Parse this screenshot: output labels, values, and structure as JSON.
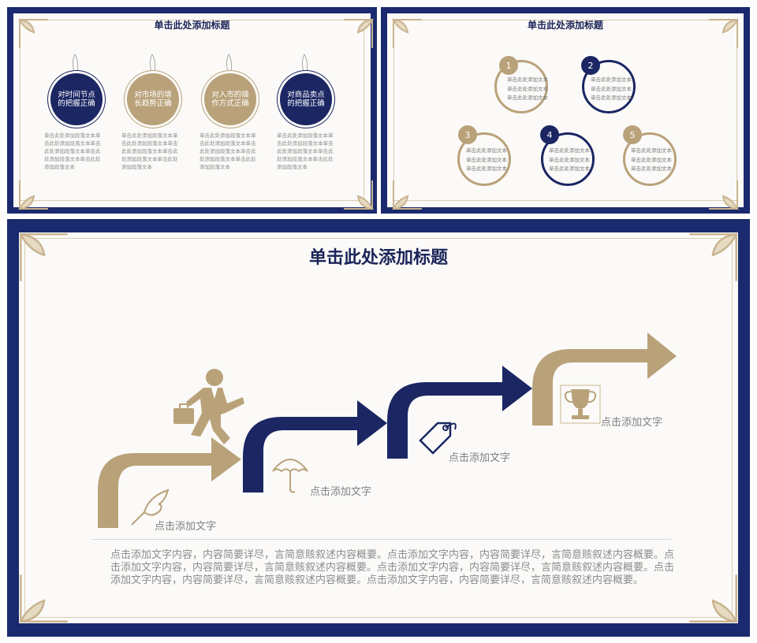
{
  "slide1": {
    "title": "单击此处添加标题",
    "tags": [
      {
        "label": "对时间节点的把握正确",
        "color": "navy"
      },
      {
        "label": "对市场的增长趋势正确",
        "color": "gold"
      },
      {
        "label": "对入市的操作方式正确",
        "color": "gold"
      },
      {
        "label": "对商品卖点的把握正确",
        "color": "navy"
      }
    ],
    "para": "单击此处添加段落文本单击此处添加段落文本单击此处添加段落文本单击此处添加段落文本单击此处添加段落文本"
  },
  "slide2": {
    "title": "单击此处添加标题",
    "items": [
      {
        "num": "1",
        "color": "gold"
      },
      {
        "num": "2",
        "color": "navy"
      },
      {
        "num": "3",
        "color": "gold"
      },
      {
        "num": "4",
        "color": "navy"
      },
      {
        "num": "5",
        "color": "gold"
      }
    ],
    "line": "单击此处添加文本"
  },
  "slide3": {
    "title": "单击此处添加标题",
    "steps": [
      {
        "label": "点击添加文字",
        "icon": "feather-icon",
        "color": "gold"
      },
      {
        "label": "点击添加文字",
        "icon": "umbrella-icon",
        "color": "navy"
      },
      {
        "label": "点击添加文字",
        "icon": "price-tag-icon",
        "color": "navy"
      },
      {
        "label": "点击添加文字",
        "icon": "trophy-icon",
        "color": "gold"
      }
    ],
    "body": "点击添加文字内容，内容简要详尽，言简意赅叙述内容概要。点击添加文字内容，内容简要详尽，言简意赅叙述内容概要。点击添加文字内容，内容简要详尽，言简意赅叙述内容概要。点击添加文字内容，内容简要详尽，言简意赅叙述内容概要。点击添加文字内容，内容简要详尽，言简意赅叙述内容概要。点击添加文字内容，内容简要详尽，言简意赅叙述内容概要。"
  },
  "colors": {
    "navy": "#1b2663",
    "gold": "#b9a27a",
    "panel": "#1b2a6e"
  }
}
